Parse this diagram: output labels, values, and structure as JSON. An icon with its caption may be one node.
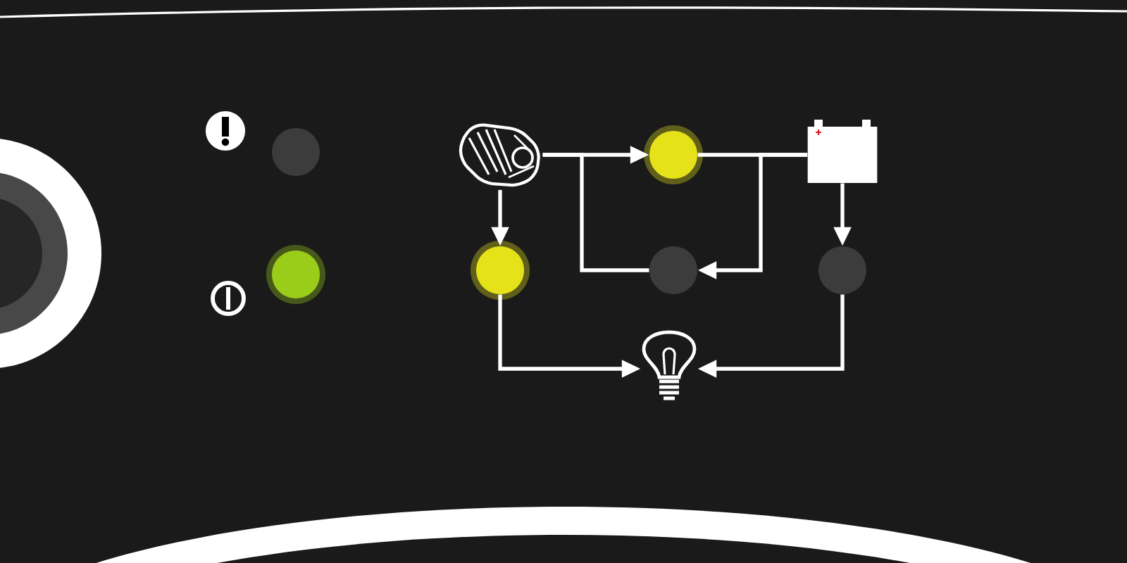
{
  "diagram": {
    "nodes": [
      {
        "text": [],
        "shape": "circle"
      },
      {
        "text": [],
        "shape": "circle"
      },
      {
        "text": [],
        "shape": "picture"
      },
      {
        "text": [],
        "shape": "circle"
      },
      {
        "text": [],
        "shape": "picture"
      },
      {
        "text": [],
        "shape": "circle"
      },
      {
        "text": [],
        "shape": "circle"
      },
      {
        "text": [],
        "shape": "circle"
      },
      {
        "text": [],
        "shape": "picture"
      }
    ],
    "edges": [
      {
        "from": 2,
        "to": 3,
        "arrow": "to"
      },
      {
        "from": 3,
        "to": 4,
        "arrow": "none"
      },
      {
        "from": 2,
        "to": 5,
        "arrow": "to"
      },
      {
        "from": 2,
        "to": 6,
        "arrow": "none"
      },
      {
        "from": 4,
        "to": 6,
        "arrow": "to"
      },
      {
        "from": 4,
        "to": 7,
        "arrow": "to"
      },
      {
        "from": 5,
        "to": 8,
        "arrow": "to"
      },
      {
        "from": 7,
        "to": 8,
        "arrow": "to"
      }
    ]
  }
}
